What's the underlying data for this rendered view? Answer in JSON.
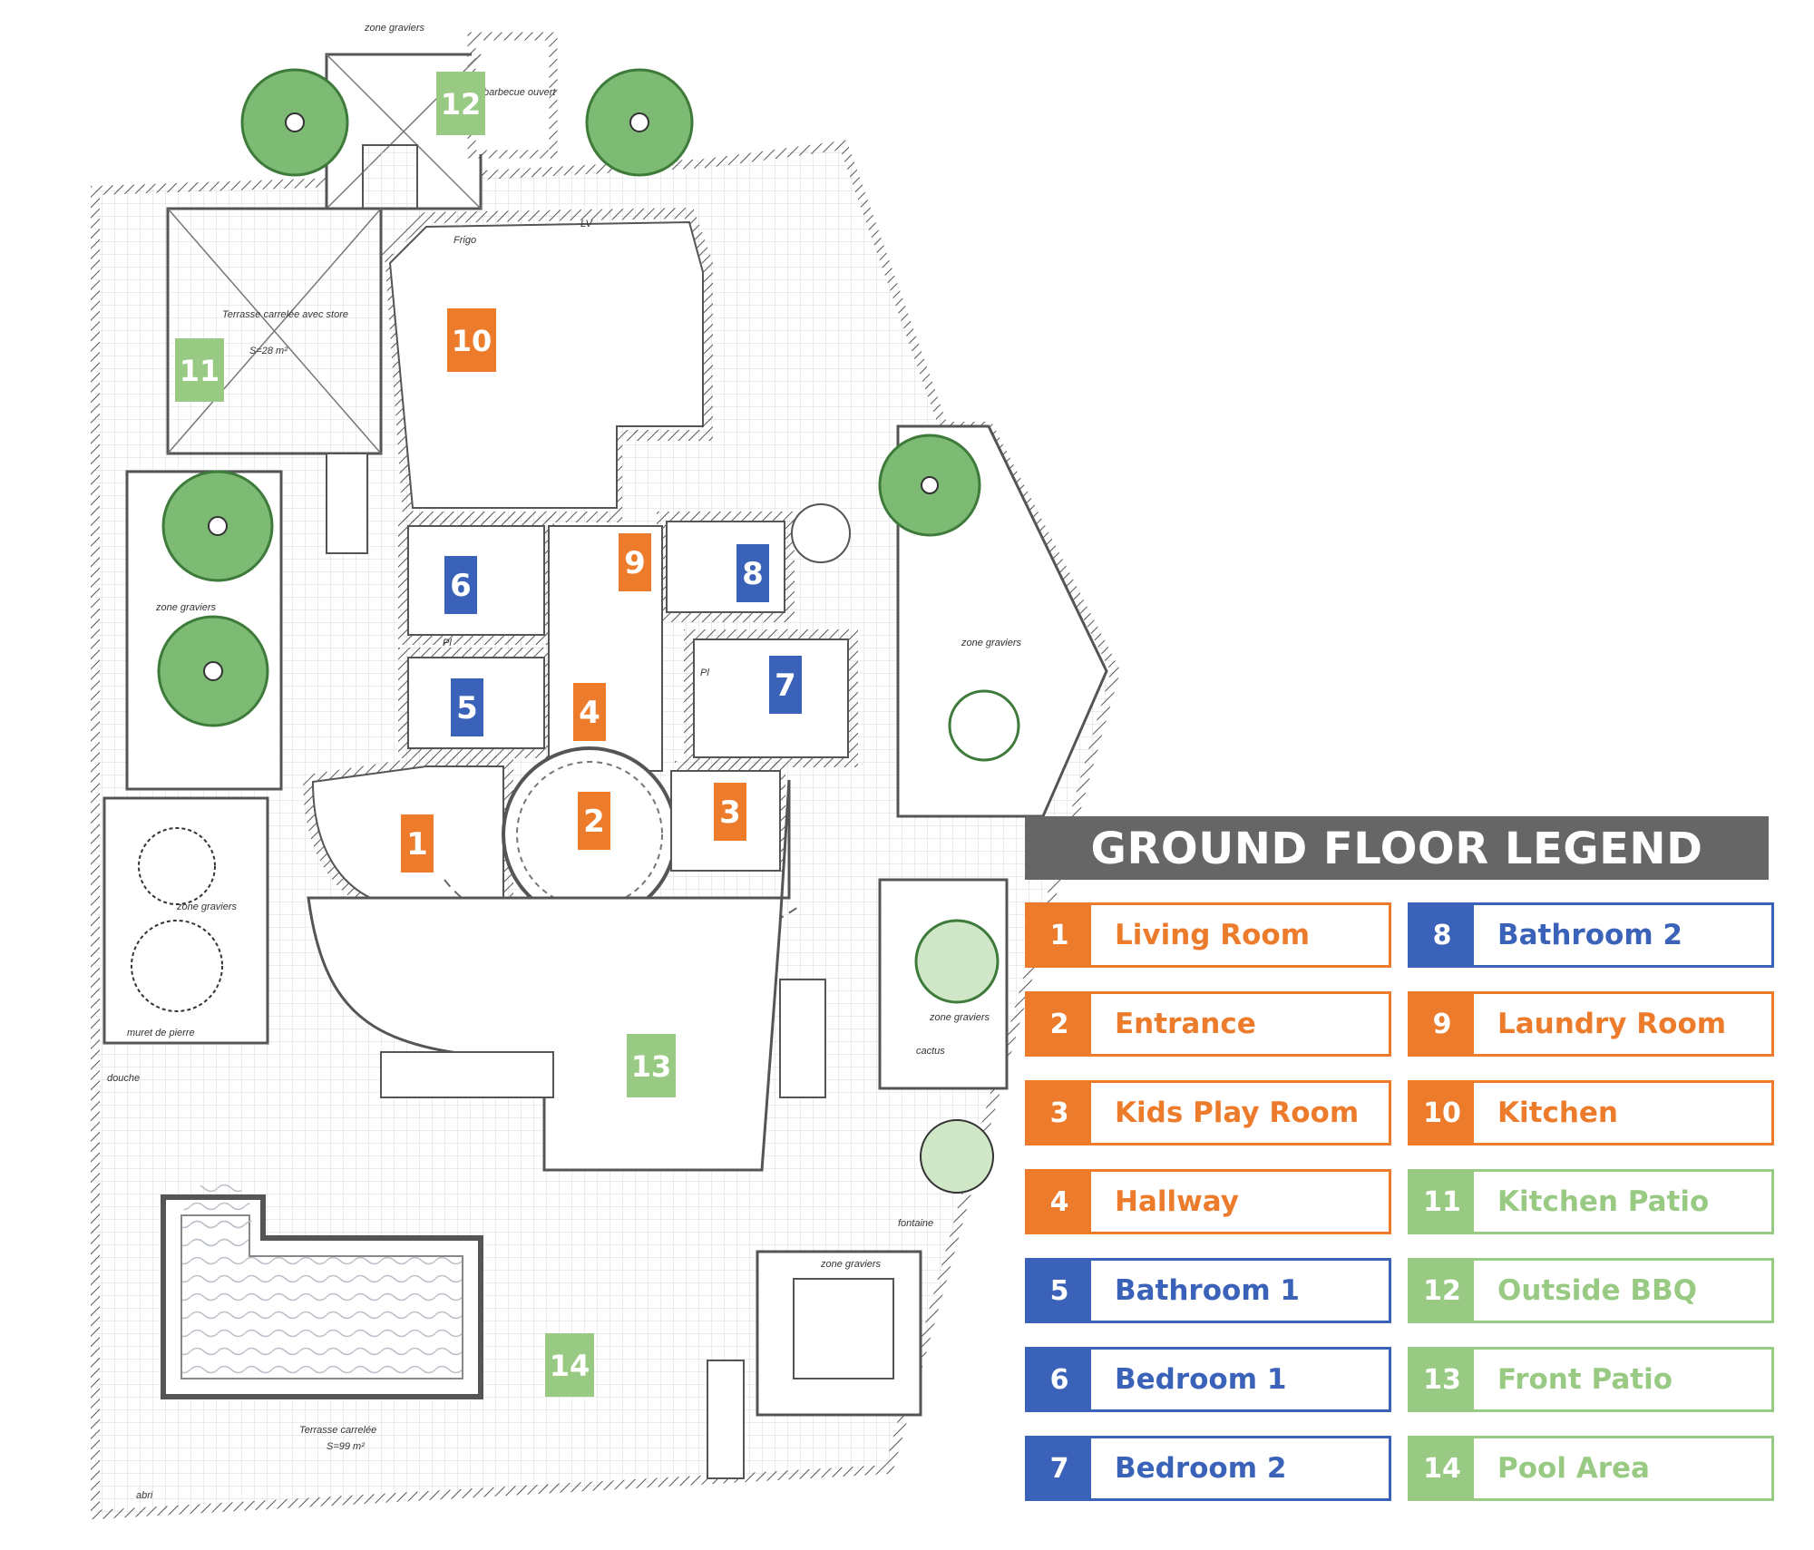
{
  "colors": {
    "orange": "#EC7C2C",
    "blue": "#3A62B8",
    "green": "#98CA83",
    "wall": "#555555",
    "tile": "#cfd3d8",
    "tree": "#7dbb75"
  },
  "plan_text": {
    "zone_graviers": "zone graviers",
    "terrasse_store": "Terrasse carrelée avec store",
    "terrasse_store_area": "S=28 m²",
    "terrasse_pool": "Terrasse carrelée",
    "terrasse_pool_area": "S=99 m²",
    "barbecue": "barbecue ouvert",
    "muret": "muret de pierre",
    "frigo": "Frigo",
    "lv": "LV",
    "pl": "Pl",
    "douche": "douche",
    "fontaine": "fontaine",
    "cactus": "cactus",
    "abri": "abri"
  },
  "rooms": [
    {
      "num": "1",
      "name": "Living Room",
      "color": "orange"
    },
    {
      "num": "2",
      "name": "Entrance",
      "color": "orange"
    },
    {
      "num": "3",
      "name": "Kids Play Room",
      "color": "orange"
    },
    {
      "num": "4",
      "name": "Hallway",
      "color": "orange"
    },
    {
      "num": "5",
      "name": "Bathroom 1",
      "color": "blue"
    },
    {
      "num": "6",
      "name": "Bedroom 1",
      "color": "blue"
    },
    {
      "num": "7",
      "name": "Bedroom 2",
      "color": "blue"
    },
    {
      "num": "8",
      "name": "Bathroom 2",
      "color": "blue"
    },
    {
      "num": "9",
      "name": "Laundry Room",
      "color": "orange"
    },
    {
      "num": "10",
      "name": "Kitchen",
      "color": "orange"
    },
    {
      "num": "11",
      "name": "Kitchen Patio",
      "color": "green"
    },
    {
      "num": "12",
      "name": "Outside BBQ",
      "color": "green"
    },
    {
      "num": "13",
      "name": "Front Patio",
      "color": "green"
    },
    {
      "num": "14",
      "name": "Pool Area",
      "color": "green"
    }
  ],
  "legend": {
    "title": "GROUND FLOOR LEGEND"
  }
}
